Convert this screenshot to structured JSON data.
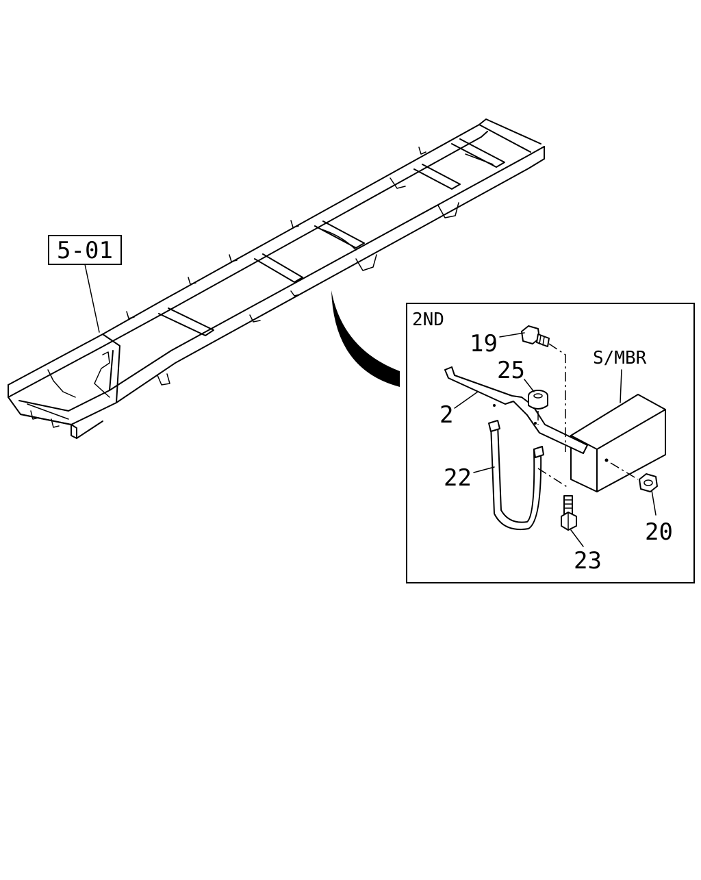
{
  "main_ref_label": "5-01",
  "detail": {
    "title": "2ND",
    "component_label": "S/MBR",
    "part_labels": {
      "p19": "19",
      "p25": "25",
      "p2": "2",
      "p22": "22",
      "p23": "23",
      "p20": "20"
    }
  }
}
